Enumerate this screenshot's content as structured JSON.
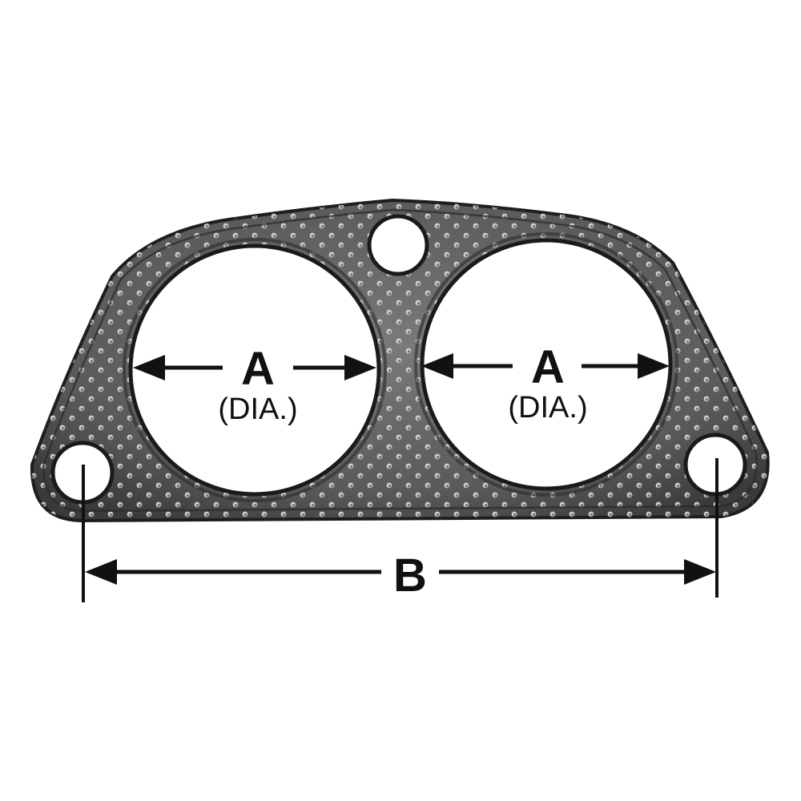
{
  "diagram": {
    "labels": {
      "left_hole_letter": "A",
      "left_hole_sub": "(DIA.)",
      "right_hole_letter": "A",
      "right_hole_sub": "(DIA.)",
      "bolt_span_letter": "B"
    },
    "colors": {
      "gasket_fill": "#5f5f5f",
      "gasket_edge": "#1e1e1e",
      "dimple": "#dcdcdc",
      "ink": "#111111",
      "background": "#ffffff"
    }
  }
}
